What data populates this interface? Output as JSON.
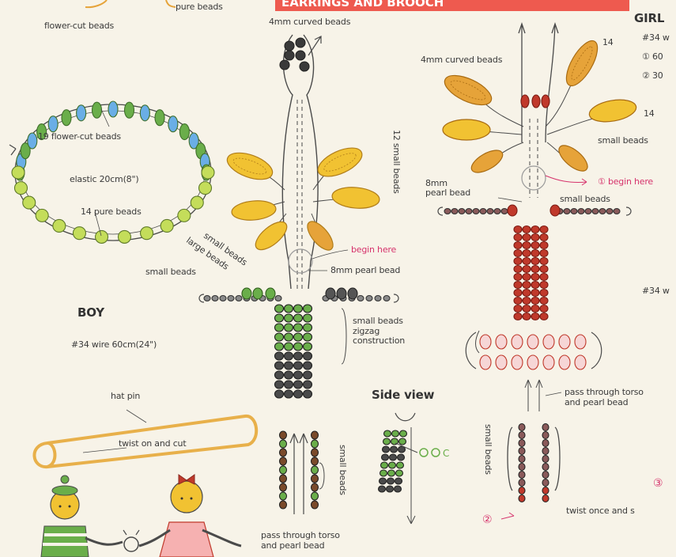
{
  "title": "EARRINGS AND BROOCH",
  "bracelet": {
    "pure_beads_top": "pure beads",
    "flower_cut_top": "flower-cut beads",
    "flower_cut_count": "19 flower-cut beads",
    "elastic": "elastic  20cm(8\")",
    "pure_count": "14 pure beads"
  },
  "boy": {
    "heading": "BOY",
    "wire": "#34 wire 60cm(24\")",
    "curved": "4mm curved beads",
    "small_vertical": "12 small beads",
    "small_beads": "small beads",
    "large_beads": "large beads",
    "small_beads_left": "small beads",
    "begin": "begin here",
    "pearl": "8mm pearl bead",
    "zigzag": "small beads\nzigzag\nconstruction",
    "legs_small": "small beads",
    "pass_through": "pass through torso\nand pearl bead"
  },
  "side_view": {
    "heading": "Side view"
  },
  "brooch": {
    "hat_pin": "hat pin",
    "twist": "twist on and cut"
  },
  "girl": {
    "heading": "GIRL",
    "line1": "#34 w",
    "line2": "① 60",
    "line3": "② 30",
    "wire_right": "#34 w",
    "curved": "4mm curved beads",
    "n14a": "14",
    "n14b": "14",
    "small_beads_right": "small beads",
    "begin": "① begin here",
    "pearl": "8mm\npearl bead",
    "small_beads": "small beads",
    "pass_through": "pass through torso\nand pearl bead",
    "legs_small": "small beads",
    "step2": "②",
    "step3": "③",
    "twist": "twist once and s"
  },
  "colors": {
    "blue": "#6aaee6",
    "green": "#6aae4a",
    "lime": "#c4dd5a",
    "yellow": "#f1c232",
    "orange": "#e6a339",
    "red": "#c0392b",
    "pink": "#d6336c",
    "wire": "#4a4a4a",
    "brown": "#7a4a2a",
    "pinbrass": "#e8b04a"
  }
}
